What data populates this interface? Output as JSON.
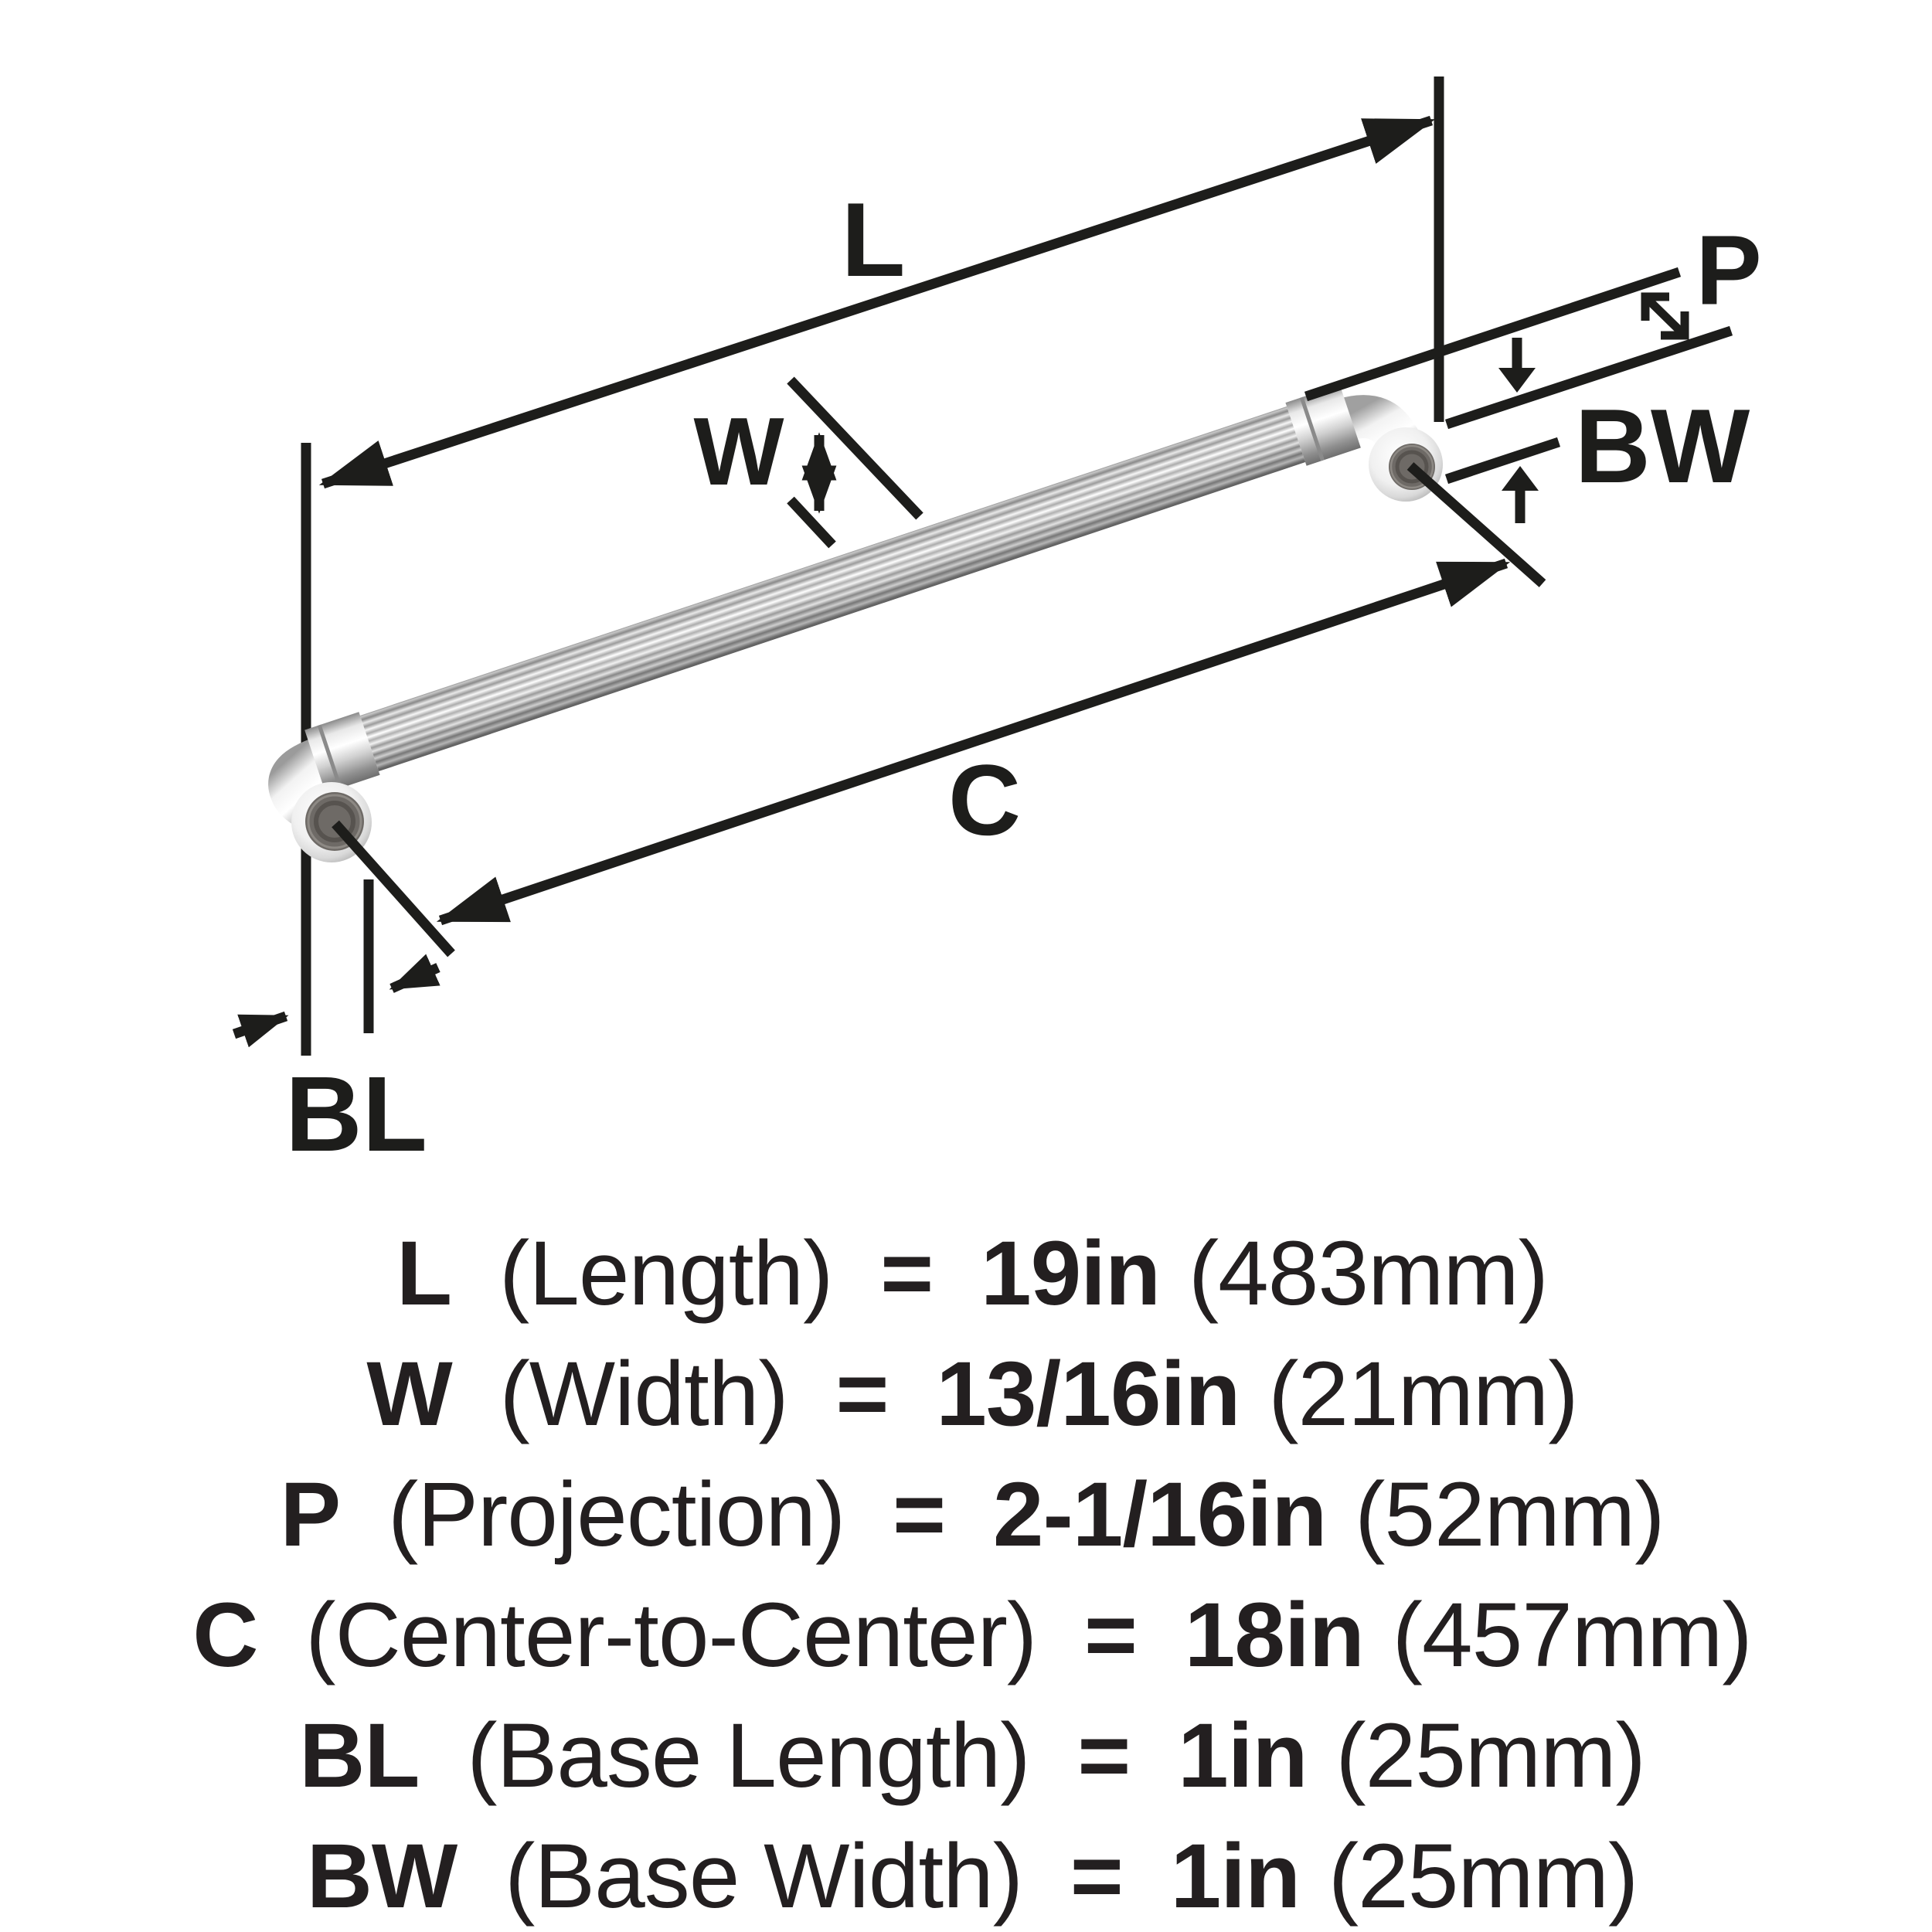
{
  "figure": {
    "type": "product-dimension-diagram",
    "product": "appliance pull / cabinet handle, fluted bar with round bases",
    "colors": {
      "ink": "#1d1d1b",
      "metal_cap": "#6e6a66",
      "background": "#ffffff"
    },
    "dimension_labels": {
      "L": "L",
      "W": "W",
      "P": "P",
      "C": "C",
      "BL": "BL",
      "BW": "BW"
    }
  },
  "ui": {
    "equals": "="
  },
  "spec_lines": [
    {
      "symbol": "L",
      "name": "(Length)",
      "value": "19in",
      "metric": "(483mm)"
    },
    {
      "symbol": "W",
      "name": "(Width)",
      "value": "13/16in",
      "metric": "(21mm)"
    },
    {
      "symbol": "P",
      "name": "(Projection)",
      "value": "2-1/16in",
      "metric": "(52mm)"
    },
    {
      "symbol": "C",
      "name": "(Center-to-Center)",
      "value": "18in",
      "metric": "(457mm)"
    },
    {
      "symbol": "BL",
      "name": "(Base Length)",
      "value": "1in",
      "metric": "(25mm)"
    },
    {
      "symbol": "BW",
      "name": "(Base Width)",
      "value": "1in",
      "metric": "(25mm)"
    }
  ]
}
